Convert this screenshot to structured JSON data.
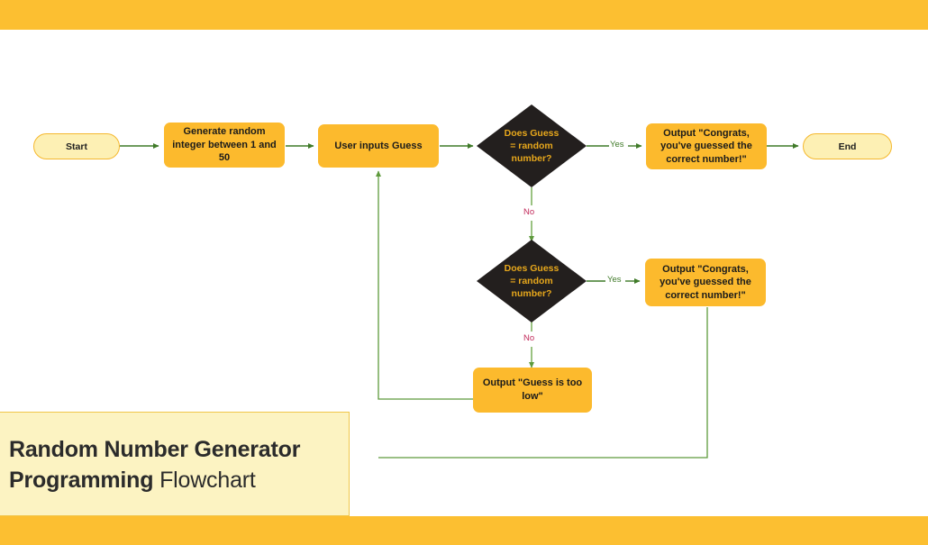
{
  "page": {
    "background": "#ffffff",
    "band_color": "#FCBF31",
    "card_bg": "#FCF3C2",
    "card_border": "#F0C64A"
  },
  "title": {
    "bold_part": "Random Number Generator Programming",
    "regular_part": "Flowchart"
  },
  "palette": {
    "terminator_fill": "#FDF0B4",
    "terminator_border": "#F5B82E",
    "process_fill": "#FCBA2D",
    "decision_fill": "#231F1E",
    "decision_text": "#E8A81C",
    "connector": "#3F7A28",
    "connector_light": "#7FB05A",
    "yes_label": "#3F7A28",
    "no_label": "#C22A5B"
  },
  "chart_data": {
    "type": "diagram",
    "diagram_kind": "flowchart",
    "title": "Random Number Generator Programming Flowchart",
    "nodes": [
      {
        "id": "start",
        "shape": "terminator",
        "label": "Start"
      },
      {
        "id": "generate",
        "shape": "process",
        "label": "Generate random integer between 1 and 50"
      },
      {
        "id": "input",
        "shape": "process",
        "label": "User inputs Guess"
      },
      {
        "id": "check1",
        "shape": "decision",
        "label": "Does Guess = random number?"
      },
      {
        "id": "out1",
        "shape": "process",
        "label": "Output \"Congrats, you've guessed the correct number!\""
      },
      {
        "id": "end",
        "shape": "terminator",
        "label": "End"
      },
      {
        "id": "check2",
        "shape": "decision",
        "label": "Does Guess = random number?"
      },
      {
        "id": "out2",
        "shape": "process",
        "label": "Output \"Congrats, you've guessed the correct number!\""
      },
      {
        "id": "out3",
        "shape": "process",
        "label": "Output \"Guess is too low\""
      }
    ],
    "edges": [
      {
        "from": "start",
        "to": "generate",
        "label": ""
      },
      {
        "from": "generate",
        "to": "input",
        "label": ""
      },
      {
        "from": "input",
        "to": "check1",
        "label": ""
      },
      {
        "from": "check1",
        "to": "out1",
        "label": "Yes"
      },
      {
        "from": "out1",
        "to": "end",
        "label": ""
      },
      {
        "from": "check1",
        "to": "check2",
        "label": "No"
      },
      {
        "from": "check2",
        "to": "out2",
        "label": "Yes"
      },
      {
        "from": "check2",
        "to": "out3",
        "label": "No"
      },
      {
        "from": "out3",
        "to": "input",
        "label": ""
      },
      {
        "from": "out2",
        "to": "input",
        "label": ""
      }
    ]
  },
  "labels": {
    "start": "Start",
    "generate": "Generate random integer between 1 and 50",
    "input": "User inputs Guess",
    "check1_l1": "Does Guess",
    "check1_l2": "= random",
    "check1_l3": "number?",
    "check2_l1": "Does Guess",
    "check2_l2": "= random",
    "check2_l3": "number?",
    "out1": "Output \"Congrats, you've guessed the correct number!\"",
    "out2": "Output \"Congrats, you've guessed the correct number!\"",
    "out3": "Output \"Guess is too low\"",
    "end": "End",
    "yes1": "Yes",
    "yes2": "Yes",
    "no1": "No",
    "no2": "No"
  }
}
